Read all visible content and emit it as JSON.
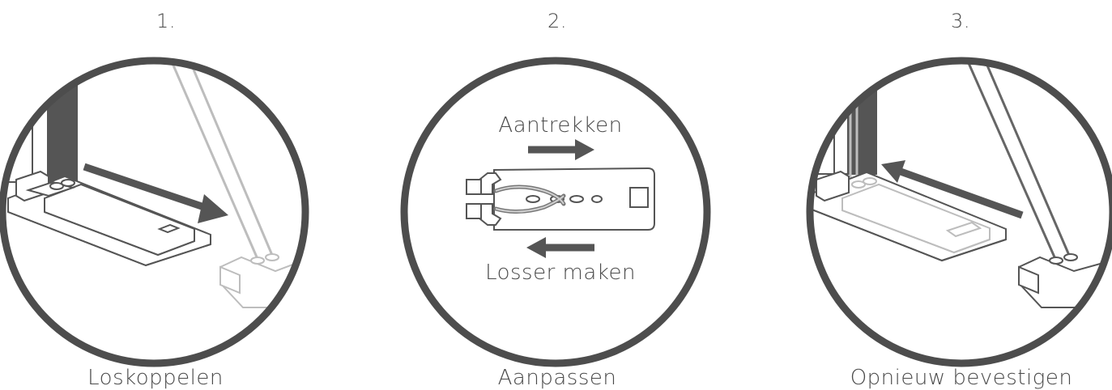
{
  "steps": [
    {
      "number": "1.",
      "caption": "Loskoppelen"
    },
    {
      "number": "2.",
      "caption": "Aanpassen"
    },
    {
      "number": "3.",
      "caption": "Opnieuw bevestigen"
    }
  ],
  "adjust": {
    "tighten_label": "Aantrekken",
    "loosen_label": "Losser maken"
  },
  "colors": {
    "circle_stroke": "#4d4d4d",
    "arrow": "#555555",
    "line_art": "#555555",
    "faded_line_art": "#bdbdbd",
    "text": "#4a4a4a"
  }
}
